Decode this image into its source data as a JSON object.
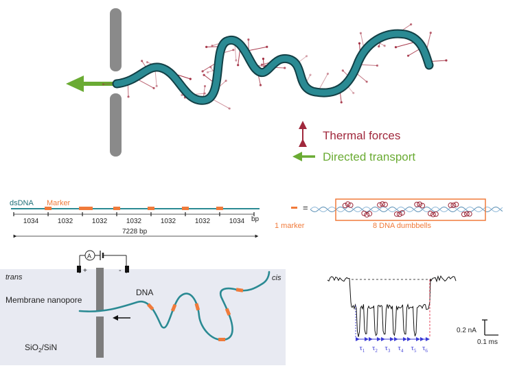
{
  "legend": {
    "thermal": "Thermal forces",
    "directed": "Directed transport"
  },
  "map": {
    "dsdna": "dsDNA",
    "marker": "Marker",
    "segments": [
      "1034",
      "1032",
      "1032",
      "1032",
      "1032",
      "1032",
      "1034"
    ],
    "bp_unit": "bp",
    "total": "7228 bp",
    "equals": "=",
    "one_marker": "1 marker",
    "dumbbells": "8 DNA dumbbells"
  },
  "setup": {
    "trans": "trans",
    "cis": "cis",
    "ammeter": "A",
    "plus": "+",
    "minus": "-",
    "membrane": "Membrane nanopore",
    "dna": "DNA",
    "sio2_main": "SiO",
    "sio2_sub": "2",
    "sio2_rest": "/SiN"
  },
  "trace": {
    "scale_current": "0.2 nA",
    "scale_time": "0.1 ms",
    "tau_subscripts": [
      "1",
      "2",
      "3",
      "4",
      "5",
      "6"
    ],
    "tau_symbol": "τ"
  },
  "colors": {
    "dna_teal": "#1f6f78",
    "marker_orange": "#f07a3a",
    "force_red": "#a0283c",
    "arrow_green": "#6aab33",
    "box_bg": "#e8eaf2",
    "tau_blue": "#3b3bd6"
  }
}
